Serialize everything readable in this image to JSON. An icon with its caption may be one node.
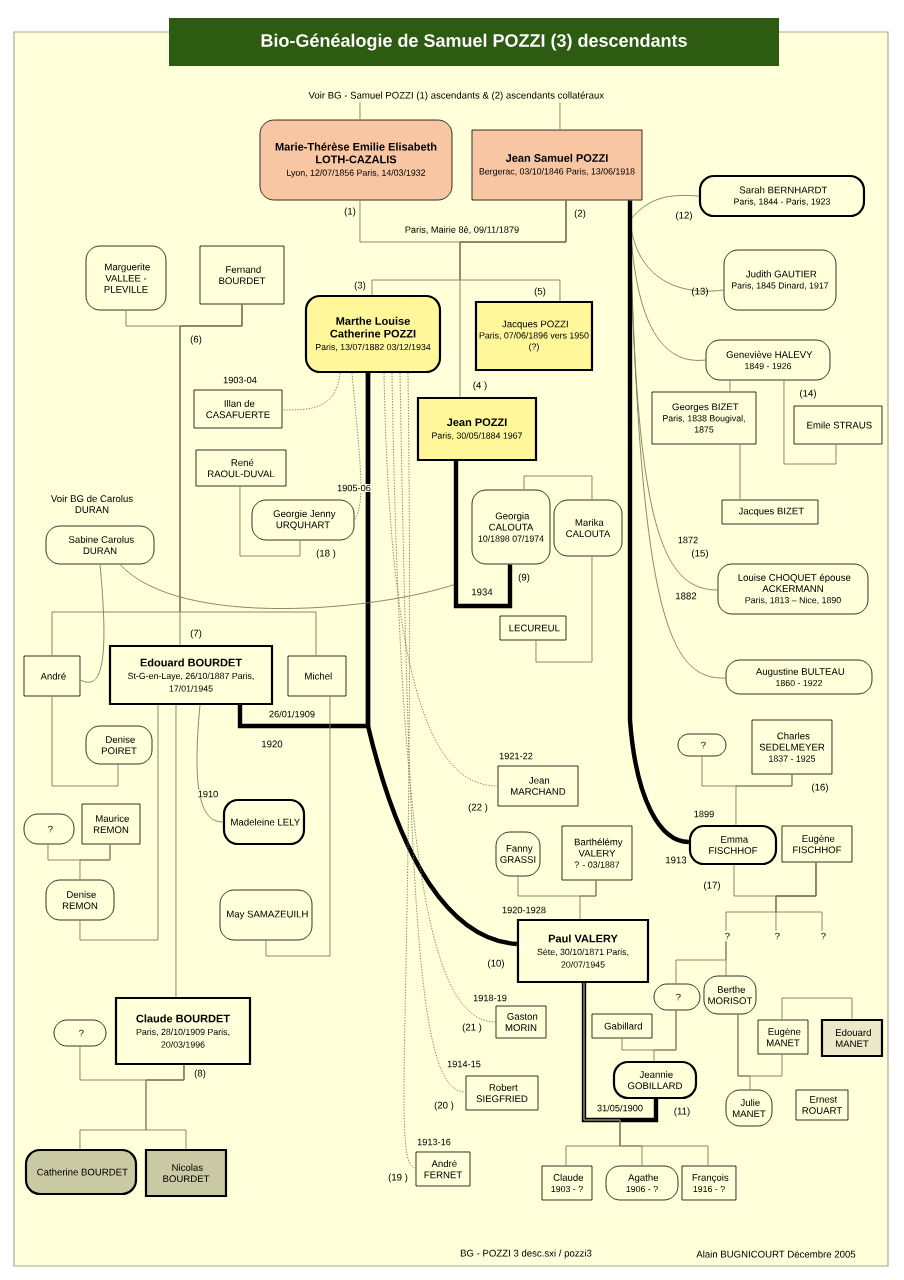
{
  "diagram": {
    "title": "Bio-Généalogie de Samuel POZZI (3) descendants",
    "nodes": [
      {
        "text": [
          "Voir BG - Samuel POZZI (1) ascendants & (2) ascendants collatéraux"
        ]
      },
      {
        "text": [
          "Marie-Thérèse Emilie Elisabeth LOTH-CAZALIS",
          "Lyon, 12/07/1856 Paris, 14/03/1932"
        ]
      },
      {
        "text": [
          "Jean Samuel POZZI",
          "Bergerac, 03/10/1846 Paris, 13/06/1918"
        ]
      },
      {
        "text": [
          "Marguerite VALLEE - PLEVILLE"
        ]
      },
      {
        "text": [
          "Fernand BOURDET"
        ]
      },
      {
        "text": [
          "Marthe Louise Catherine POZZI",
          "Paris, 13/07/1882 03/12/1934"
        ]
      },
      {
        "text": [
          "Jacques POZZI",
          "Paris, 07/06/1896 vers 1950 (?)"
        ]
      },
      {
        "text": [
          "Jean POZZI",
          "Paris, 30/05/1884 1967"
        ]
      },
      {
        "text": [
          "Illan de CASAFUERTE"
        ]
      },
      {
        "text": [
          "René RAOUL-DUVAL"
        ]
      },
      {
        "text": [
          "Georgie Jenny URQUHART"
        ]
      },
      {
        "text": [
          "Sabine Carolus DURAN"
        ]
      },
      {
        "text": [
          "André"
        ]
      },
      {
        "text": [
          "Edouard BOURDET",
          "St-G-en-Laye, 26/10/1887 Paris, 17/01/1945"
        ]
      },
      {
        "text": [
          "Michel"
        ]
      },
      {
        "text": [
          "Denise POIRET"
        ]
      },
      {
        "text": [
          "?"
        ]
      },
      {
        "text": [
          "Maurice REMON"
        ]
      },
      {
        "text": [
          "Denise REMON"
        ]
      },
      {
        "text": [
          "Madeleine LELY"
        ]
      },
      {
        "text": [
          "May SAMAZEUILH"
        ]
      },
      {
        "text": [
          "?"
        ]
      },
      {
        "text": [
          "Claude BOURDET",
          "Paris, 28/10/1909 Paris, 20/03/1996"
        ]
      },
      {
        "text": [
          "Catherine BOURDET"
        ]
      },
      {
        "text": [
          "Nicolas BOURDET"
        ]
      },
      {
        "text": [
          "Sarah BERNHARDT",
          "Paris, 1844 - Paris, 1923"
        ]
      },
      {
        "text": [
          "Judith GAUTIER",
          "Paris, 1845 Dinard, 1917"
        ]
      },
      {
        "text": [
          "Geneviève HALEVY",
          "1849 - 1926"
        ]
      },
      {
        "text": [
          "Georges BIZET",
          "Paris, 1838 Bougival, 1875"
        ]
      },
      {
        "text": [
          "Emile STRAUS"
        ]
      },
      {
        "text": [
          "Jacques BIZET"
        ]
      },
      {
        "text": [
          "Georgia CALOUTA",
          "10/1898 07/1974"
        ]
      },
      {
        "text": [
          "Marika CALOUTA"
        ]
      },
      {
        "text": [
          "LECUREUL"
        ]
      },
      {
        "text": [
          "Louise CHOQUET épouse ACKERMANN",
          "Paris, 1813 – Nice, 1890"
        ]
      },
      {
        "text": [
          "Augustine BULTEAU",
          "1860 - 1922"
        ]
      },
      {
        "text": [
          "?"
        ]
      },
      {
        "text": [
          "Charles SEDELMEYER",
          "1837 - 1925"
        ]
      },
      {
        "text": [
          "Emma FISCHHOF"
        ]
      },
      {
        "text": [
          "Eugène FISCHHOF"
        ]
      },
      {
        "text": [
          "Jean MARCHAND"
        ]
      },
      {
        "text": [
          "Fanny GRASSI"
        ]
      },
      {
        "text": [
          "Barthélémy VALERY",
          "? - 03/1887"
        ]
      },
      {
        "text": [
          "Paul VALERY",
          "Sète, 30/10/1871 Paris, 20/07/1945"
        ]
      },
      {
        "text": [
          "?"
        ]
      },
      {
        "text": [
          "?"
        ]
      },
      {
        "text": [
          "?"
        ]
      },
      {
        "text": [
          "?"
        ]
      },
      {
        "text": [
          "Berthe MORISOT"
        ]
      },
      {
        "text": [
          "Gabillard"
        ]
      },
      {
        "text": [
          "Eugène MANET"
        ]
      },
      {
        "text": [
          "Edouard MANET"
        ]
      },
      {
        "text": [
          "Jeannie GOBILLARD"
        ]
      },
      {
        "text": [
          "Julie MANET"
        ]
      },
      {
        "text": [
          "Ernest ROUART"
        ]
      },
      {
        "text": [
          "Gaston MORIN"
        ]
      },
      {
        "text": [
          "Robert SIEGFRIED"
        ]
      },
      {
        "text": [
          "André FERNET"
        ]
      },
      {
        "text": [
          "Claude",
          "1903 - ?"
        ]
      },
      {
        "text": [
          "Agathe",
          "1906 - ?"
        ]
      },
      {
        "text": [
          "François",
          "1916 - ?"
        ]
      }
    ],
    "edges": [
      {
        "from": 0,
        "to": 1,
        "arrow": "none"
      },
      {
        "from": 0,
        "to": 2,
        "arrow": "none"
      },
      {
        "from": 1,
        "to": 2,
        "arrow": "none",
        "label": "Paris, Mairie 8è, 09/11/1879"
      },
      {
        "from": 2,
        "to": 5,
        "arrow": "none"
      },
      {
        "from": 2,
        "to": 6,
        "arrow": "none"
      },
      {
        "from": 2,
        "to": 7,
        "arrow": "none"
      },
      {
        "from": 3,
        "to": 4,
        "arrow": "none"
      },
      {
        "from": 4,
        "to": 13,
        "arrow": "none"
      },
      {
        "from": 4,
        "to": 12,
        "arrow": "none"
      },
      {
        "from": 4,
        "to": 14,
        "arrow": "none"
      },
      {
        "from": 5,
        "to": 8,
        "arrow": "none",
        "label": "1903-04",
        "style": "dashed"
      },
      {
        "from": 5,
        "to": 10,
        "arrow": "none",
        "label": "1905-06",
        "style": "dashed"
      },
      {
        "from": 9,
        "to": 10,
        "arrow": "none"
      },
      {
        "from": 5,
        "to": 13,
        "arrow": "none",
        "label": "26/01/1909",
        "style": "thick",
        "color": "#000000"
      },
      {
        "from": 5,
        "to": 43,
        "arrow": "none",
        "label": "1920-1928",
        "style": "thick",
        "color": "#000000"
      },
      {
        "from": 5,
        "to": 40,
        "arrow": "none",
        "label": "1921-22",
        "style": "dashed"
      },
      {
        "from": 5,
        "to": 55,
        "arrow": "none",
        "label": "1918-19",
        "style": "dashed"
      },
      {
        "from": 5,
        "to": 56,
        "arrow": "none",
        "label": "1914-15",
        "style": "dashed"
      },
      {
        "from": 5,
        "to": 57,
        "arrow": "none",
        "label": "1913-16",
        "style": "dashed"
      },
      {
        "from": 11,
        "to": 12,
        "arrow": "none"
      },
      {
        "from": 11,
        "to": 7,
        "arrow": "none"
      },
      {
        "from": 7,
        "to": 31,
        "arrow": "none",
        "style": "thick",
        "color": "#000000"
      },
      {
        "from": 31,
        "to": 32,
        "arrow": "none"
      },
      {
        "from": 32,
        "to": 33,
        "arrow": "none"
      },
      {
        "from": 12,
        "to": 15,
        "arrow": "none"
      },
      {
        "from": 13,
        "to": 18,
        "arrow": "none"
      },
      {
        "from": 16,
        "to": 17,
        "arrow": "none"
      },
      {
        "from": 17,
        "to": 18,
        "arrow": "none"
      },
      {
        "from": 13,
        "to": 19,
        "arrow": "none",
        "label": "1910"
      },
      {
        "from": 14,
        "to": 20,
        "arrow": "none"
      },
      {
        "from": 13,
        "to": 22,
        "arrow": "none"
      },
      {
        "from": 21,
        "to": 22,
        "arrow": "none"
      },
      {
        "from": 22,
        "to": 23,
        "arrow": "none"
      },
      {
        "from": 22,
        "to": 24,
        "arrow": "none"
      },
      {
        "from": 2,
        "to": 25,
        "arrow": "none"
      },
      {
        "from": 2,
        "to": 26,
        "arrow": "none"
      },
      {
        "from": 2,
        "to": 27,
        "arrow": "none"
      },
      {
        "from": 27,
        "to": 28,
        "arrow": "none"
      },
      {
        "from": 27,
        "to": 29,
        "arrow": "none"
      },
      {
        "from": 28,
        "to": 30,
        "arrow": "none"
      },
      {
        "from": 2,
        "to": 34,
        "arrow": "none",
        "label": "1872"
      },
      {
        "from": 2,
        "to": 35,
        "arrow": "none"
      },
      {
        "from": 2,
        "to": 38,
        "arrow": "none",
        "label": "1899",
        "style": "thick",
        "color": "#000000"
      },
      {
        "from": 36,
        "to": 37,
        "arrow": "none"
      },
      {
        "from": 37,
        "to": 38,
        "arrow": "none"
      },
      {
        "from": 38,
        "to": 39,
        "arrow": "none"
      },
      {
        "from": 39,
        "to": 44,
        "arrow": "none"
      },
      {
        "from": 39,
        "to": 45,
        "arrow": "none"
      },
      {
        "from": 39,
        "to": 46,
        "arrow": "none"
      },
      {
        "from": 44,
        "to": 47,
        "arrow": "none"
      },
      {
        "from": 44,
        "to": 48,
        "arrow": "none"
      },
      {
        "from": 47,
        "to": 49,
        "arrow": "none"
      },
      {
        "from": 47,
        "to": 52,
        "arrow": "none"
      },
      {
        "from": 48,
        "to": 50,
        "arrow": "none"
      },
      {
        "from": 48,
        "to": 53,
        "arrow": "none"
      },
      {
        "from": 50,
        "to": 51,
        "arrow": "none"
      },
      {
        "from": 41,
        "to": 42,
        "arrow": "none"
      },
      {
        "from": 42,
        "to": 43,
        "arrow": "none"
      },
      {
        "from": 43,
        "to": 52,
        "arrow": "none",
        "label": "31/05/1900",
        "style": "thick",
        "color": "#000000"
      },
      {
        "from": 43,
        "to": 58,
        "arrow": "none"
      },
      {
        "from": 43,
        "to": 59,
        "arrow": "none"
      },
      {
        "from": 43,
        "to": 60,
        "arrow": "none"
      }
    ],
    "labels": [
      "(1)",
      "(2)",
      "(3)",
      "(5)",
      "(6)",
      "(4 )",
      "(12)",
      "(13)",
      "(14)",
      "Voir BG de Carolus DURAN",
      "(18 )",
      "1934",
      "(9)",
      "(15)",
      "1882",
      "(7)",
      "1920",
      "(16)",
      "(22 )",
      "1913",
      "(17)",
      "(10)",
      "(21 )",
      "(20 )",
      "(8)",
      "(11)",
      "(19 )",
      "BG - POZZI 3 desc.sxi / pozzi3",
      "Alain BUGNICOURT Décembre 2005"
    ]
  }
}
